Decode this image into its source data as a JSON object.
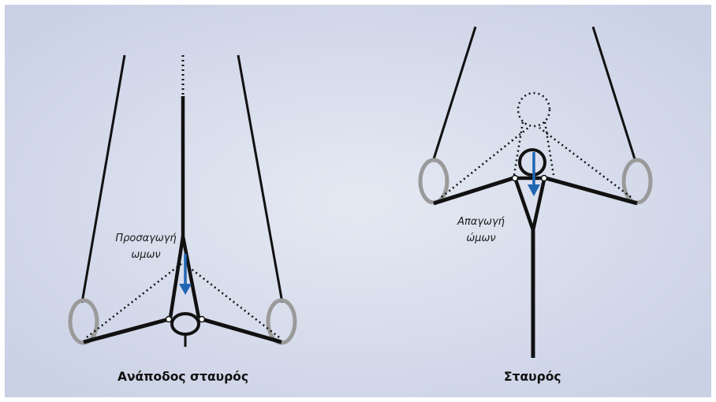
{
  "colors": {
    "background_inner": "#e3e7f1",
    "background_outer": "#ccd3e6",
    "body_stroke": "#111111",
    "ring_stroke": "#9a9a9a",
    "force_arrow": "#1f66b3",
    "joint_fill": "#ffffff"
  },
  "left_figure": {
    "caption": "Ανάποδος σταυρός",
    "note_line1": "Προσαγωγή",
    "note_line2": "ωμων"
  },
  "right_figure": {
    "caption": "Σταυρός",
    "note_line1": "Απαγωγή",
    "note_line2": "ώμων"
  }
}
